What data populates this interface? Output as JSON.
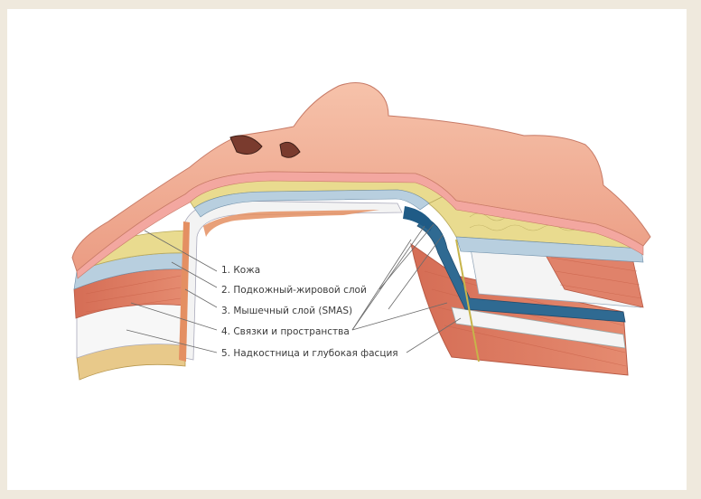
{
  "labels": [
    "1. Кожа",
    "2. Подкожный-жировой слой",
    "3. Мышечный слой (SMAS)",
    "4. Связки и пространства",
    "5. Надкостница и глубокая фасция"
  ],
  "colors": {
    "background": "#efe9dd",
    "skin": "#f0a890",
    "fat": "#e8d88a",
    "muscle": "#d9765c",
    "ligament": "#f3f3f3",
    "periosteum": "#e8c98a",
    "fascia_blue": "#2f6a92"
  }
}
